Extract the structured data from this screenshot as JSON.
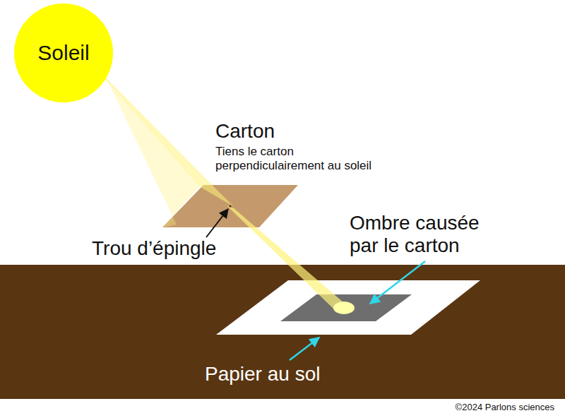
{
  "diagram": {
    "nodes": [
      {
        "text": [
          "Soleil"
        ]
      }
    ],
    "labels": [
      "Carton",
      "Tiens le carton perpendiculairement au soleil",
      "Trou d’épingle",
      "Ombre causée par le carton",
      "Papier au sol",
      "©2024 Parlons sciences"
    ]
  }
}
